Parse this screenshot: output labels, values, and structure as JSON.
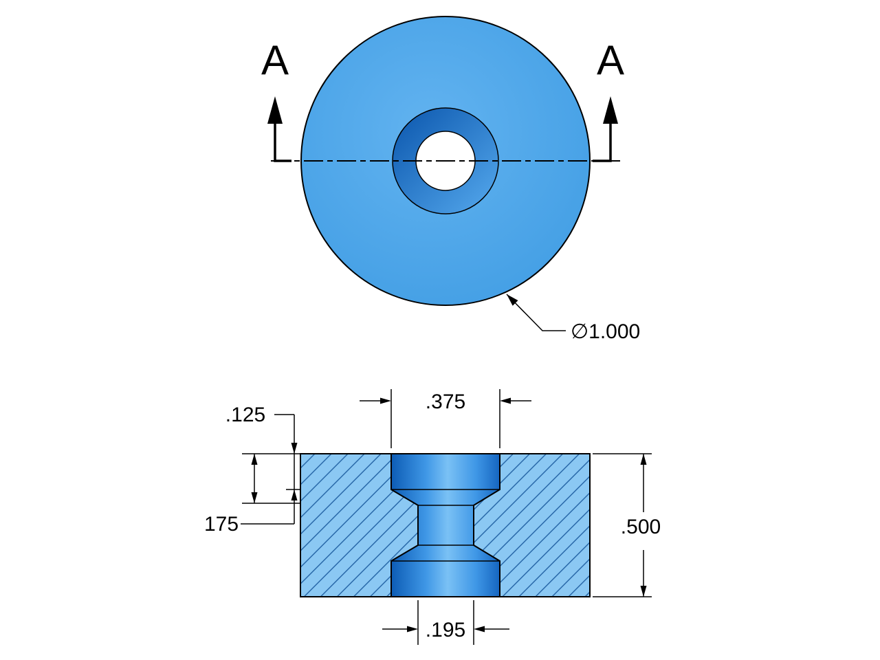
{
  "drawing": {
    "view_top": {
      "section_label_left": "A",
      "section_label_right": "A",
      "diameter_label": "∅1.000"
    },
    "view_section": {
      "counterbore_width_label": ".375",
      "counterbore_depth_label": ".125",
      "step_depth_label": "175",
      "overall_height_label": ".500",
      "hole_width_label": ".195"
    },
    "colors": {
      "disc_center": "#62B3F0",
      "disc_edge": "#3F9CE3",
      "ring_dark": "#0A55AC",
      "ring_light": "#56AAEE",
      "body_fill": "#8BC8F3",
      "hatch_line": "#1A5A9E",
      "hole_dark": "#0D5CB5",
      "hole_mid": "#3F97E6",
      "hole_light": "#7AC1F5",
      "hole_edge": "#1565C0",
      "outline": "#000000"
    }
  }
}
